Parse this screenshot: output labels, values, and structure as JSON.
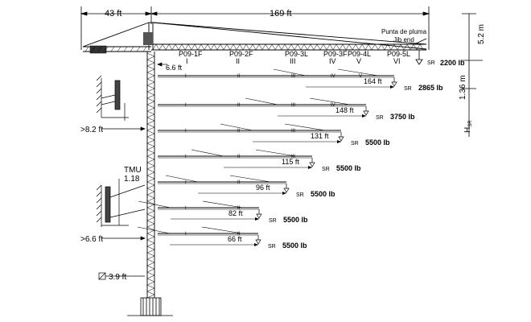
{
  "top_dims": {
    "counterjib": "43 ft",
    "jib": "169 ft"
  },
  "right_dims": {
    "top_height": "5.2 m",
    "mid_height": "1.36 m",
    "hsr": "H",
    "hsr_sub": "SR"
  },
  "jib_end": {
    "spanish": "Punta de pluma",
    "english": "Jib end"
  },
  "sections": [
    {
      "code": "P09-1F",
      "roman": "I"
    },
    {
      "code": "P09-2F",
      "roman": "II"
    },
    {
      "code": "P09-3L",
      "roman": "III"
    },
    {
      "code": "P09-3F",
      "roman": "IV"
    },
    {
      "code": "P09-4L",
      "roman": "V"
    },
    {
      "code": "P09-5L",
      "roman": "VI"
    }
  ],
  "top_sr": "SR",
  "top_load": "2200 lb",
  "hook_offset": "6.6 ft",
  "configs": [
    {
      "length": "164 ft",
      "sr": "SR",
      "load": "2865 lb"
    },
    {
      "length": "148 ft",
      "sr": "SR",
      "load": "3750 lb"
    },
    {
      "length": "131 ft",
      "sr": "SR",
      "load": "5500 lb"
    },
    {
      "length": "115 ft",
      "sr": "SR",
      "load": "5500 lb"
    },
    {
      "length": "96 ft",
      "sr": "SR",
      "load": "5500 lb"
    },
    {
      "length": "82 ft",
      "sr": "SR",
      "load": "5500 lb"
    },
    {
      "length": "66 ft",
      "sr": "SR",
      "load": "5500 lb"
    }
  ],
  "row_romans": [
    "I",
    "II",
    "III",
    "IV",
    "V",
    "VI"
  ],
  "wall_clear_top": ">8.2 ft",
  "wall_clear_bottom": ">6.6 ft",
  "tmu": {
    "label": "TMU",
    "value": "1.18"
  },
  "mast_section": "3.9 ft"
}
